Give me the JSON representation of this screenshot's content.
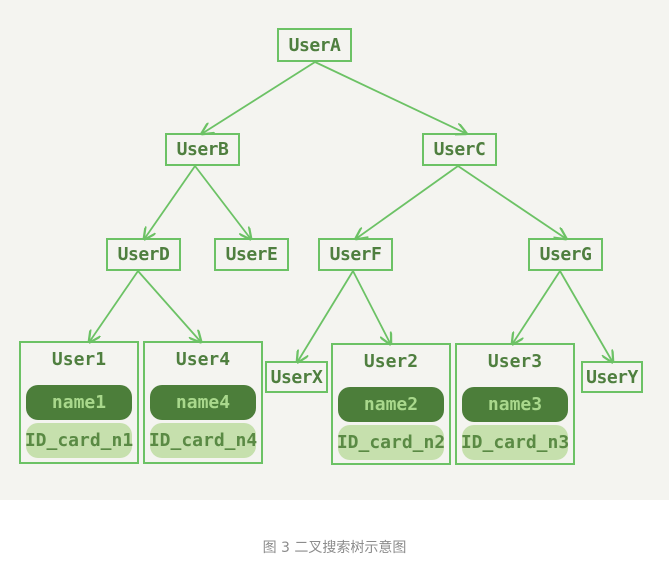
{
  "nodes": {
    "usera": "UserA",
    "userb": "UserB",
    "userc": "UserC",
    "userd": "UserD",
    "usere": "UserE",
    "userf": "UserF",
    "userg": "UserG",
    "userx": "UserX",
    "usery": "UserY"
  },
  "leaves": [
    {
      "title": "User1",
      "name": "name1",
      "id": "ID_card_n1"
    },
    {
      "title": "User4",
      "name": "name4",
      "id": "ID_card_n4"
    },
    {
      "title": "User2",
      "name": "name2",
      "id": "ID_card_n2"
    },
    {
      "title": "User3",
      "name": "name3",
      "id": "ID_card_n3"
    }
  ],
  "caption": "图 3 二叉搜索树示意图",
  "colors": {
    "line": "#6cc265",
    "text": "#4f7f3f",
    "pill_dark": "#4c7e3a",
    "pill_light": "#c6e0ad",
    "background": "#f4f4f0"
  }
}
